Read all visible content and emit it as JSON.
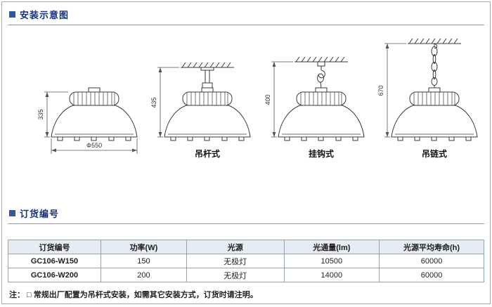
{
  "sections": {
    "install": {
      "title": "安装示意图"
    },
    "order": {
      "title": "订货编号"
    }
  },
  "diagrams": [
    {
      "label": "",
      "height_dim": "335",
      "diameter_dim": "Φ550"
    },
    {
      "label": "吊杆式",
      "height_dim": "435"
    },
    {
      "label": "挂钩式",
      "height_dim": "400"
    },
    {
      "label": "吊链式",
      "height_dim": "670"
    }
  ],
  "table": {
    "headers": [
      "订货编号",
      "功率(W)",
      "光源",
      "光通量(lm)",
      "光源平均寿命(h)"
    ],
    "rows": [
      [
        "GC106-W150",
        "150",
        "无极灯",
        "10500",
        "60000"
      ],
      [
        "GC106-W200",
        "200",
        "无极灯",
        "14000",
        "60000"
      ]
    ]
  },
  "note": "注： □ 常规出厂配置为吊杆式安装，如需其它安装方式，订货时请注明。"
}
